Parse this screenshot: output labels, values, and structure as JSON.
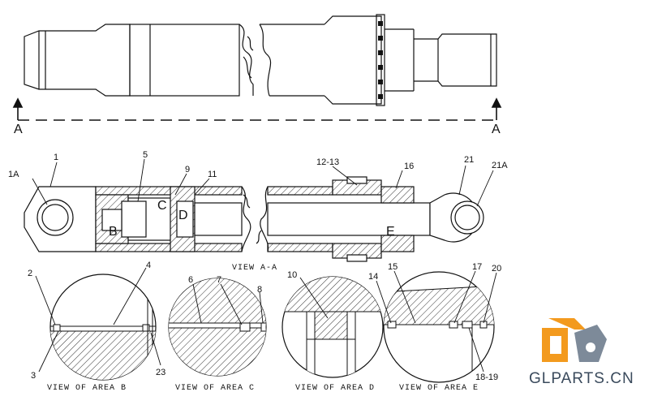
{
  "section_marks": {
    "left": "A",
    "right": "A"
  },
  "part_labels": {
    "p1A": "1A",
    "p1": "1",
    "p5": "5",
    "p9": "9",
    "p11": "11",
    "p12_13": "12-13",
    "p16": "16",
    "p21": "21",
    "p21A": "21A",
    "p2": "2",
    "p4": "4",
    "p3": "3",
    "p23": "23",
    "p6": "6",
    "p7": "7",
    "p8": "8",
    "p10": "10",
    "p14": "14",
    "p15": "15",
    "p17": "17",
    "p20": "20",
    "p18_19": "18-19"
  },
  "area_letters": {
    "B": "B",
    "C": "C",
    "D": "D",
    "E": "E"
  },
  "view_caption": "VIEW A-A",
  "detail_captions": {
    "b": "VIEW OF AREA B",
    "c": "VIEW OF AREA C",
    "d": "VIEW OF AREA D",
    "e": "VIEW OF AREA E"
  },
  "brand": {
    "name": "GLPARTS.CN",
    "orange": "#f39a1e",
    "gray": "#7d8a99"
  },
  "colors": {
    "line": "#111111",
    "hatch": "#333333",
    "paper": "#ffffff"
  }
}
